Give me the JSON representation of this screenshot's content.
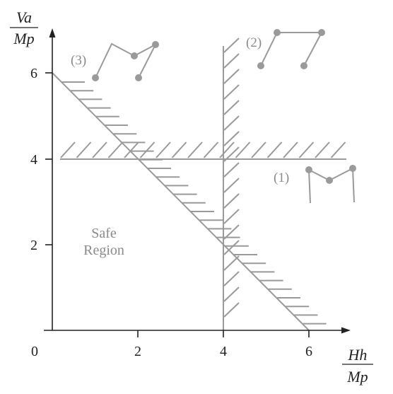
{
  "diagram": {
    "y_axis": {
      "numerator": "Va",
      "denominator": "Mp",
      "ticks": [
        "2",
        "4",
        "6"
      ]
    },
    "x_axis": {
      "numerator": "Hh",
      "denominator": "Mp",
      "ticks": [
        "0",
        "2",
        "4",
        "6"
      ]
    },
    "mechanisms": [
      {
        "label": "(1)"
      },
      {
        "label": "(2)"
      },
      {
        "label": "(3)"
      }
    ],
    "region": {
      "line1": "Safe",
      "line2": "Region"
    },
    "colors": {
      "axis": "#222222",
      "line": "#9a9a9a",
      "text_gray": "#8a8a8a"
    }
  }
}
